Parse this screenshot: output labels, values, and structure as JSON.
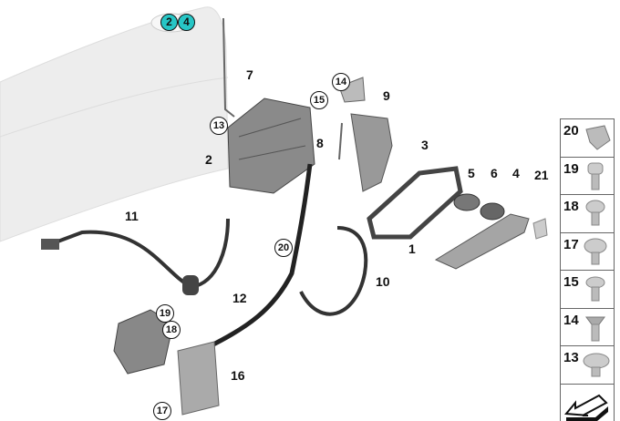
{
  "door_badges": [
    "2",
    "4"
  ],
  "callouts": {
    "c7": "7",
    "c2": "2",
    "c9": "9",
    "c8": "8",
    "c3": "3",
    "c5": "5",
    "c6": "6",
    "c4": "4",
    "c21": "21",
    "c11": "11",
    "c1": "1",
    "c10": "10",
    "c12": "12",
    "c16": "16"
  },
  "circled": {
    "c15": "15",
    "c13": "13",
    "c14": "14",
    "c20": "20",
    "c19": "19",
    "c18": "18",
    "c17": "17"
  },
  "sidebar": {
    "items": [
      "20",
      "19",
      "18",
      "17",
      "15",
      "14",
      "13"
    ]
  },
  "colors": {
    "badge": "#27c6c6",
    "part": "#8a8a8a",
    "door": "#ececec"
  }
}
